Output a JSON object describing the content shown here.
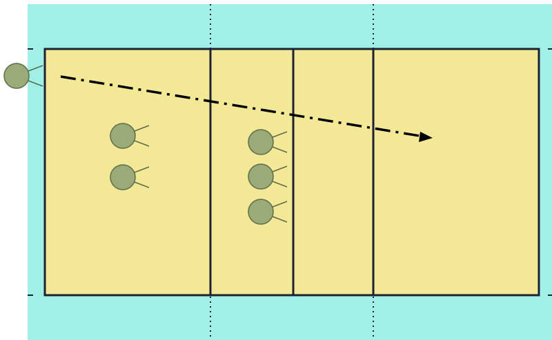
{
  "diagram": {
    "type": "volleyball-court-serve-reception",
    "colors": {
      "outer_area": "#a0f0e8",
      "court_fill": "#f3e896",
      "court_lines": "#1c2233",
      "player_fill": "#9aab78",
      "player_stroke": "#5e6b4a",
      "trajectory": "#000000"
    },
    "players": [
      {
        "role": "server"
      },
      {
        "role": "back-row-receiver"
      },
      {
        "role": "back-row-receiver"
      },
      {
        "role": "front-row-player"
      },
      {
        "role": "front-row-player"
      },
      {
        "role": "front-row-player"
      }
    ],
    "trajectory": {
      "style": "dash-dot",
      "arrowhead": "end"
    }
  }
}
